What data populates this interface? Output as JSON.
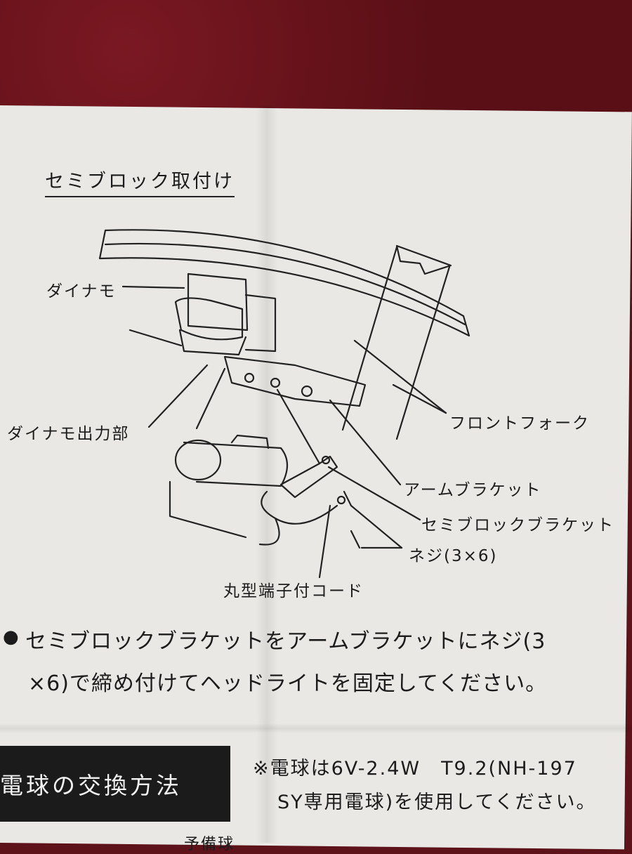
{
  "heading": "セミブロック取付け",
  "labels": {
    "dynamo": "ダイナモ",
    "dynamo_output": "ダイナモ出力部",
    "front_fork": "フロントフォーク",
    "arm_bracket": "アームブラケット",
    "semiblock_bracket": "セミブロックブラケット",
    "screw": "ネジ(3×6)",
    "cord": "丸型端子付コード"
  },
  "instruction": {
    "bullet": "●",
    "line1": "セミブロックブラケットをアームブラケットにネジ(3",
    "line2": "×6)で締め付けてヘッドライトを固定してください。"
  },
  "section": {
    "title": "電球の交換方法"
  },
  "note": {
    "line1": "※電球は6V-2.4W　T9.2(NH-197",
    "line2": "SY専用電球)を使用してください。",
    "partial": "予備球"
  }
}
